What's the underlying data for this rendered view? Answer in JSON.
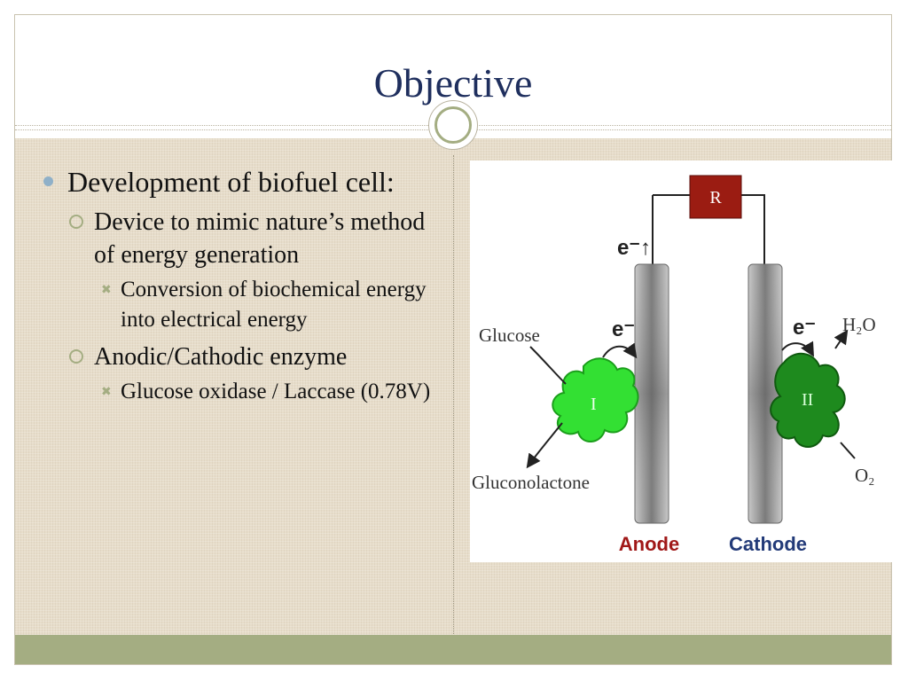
{
  "slide": {
    "title": "Objective"
  },
  "bullets": {
    "level1": "Development of biofuel cell:",
    "sub1": "Device to mimic nature’s method of energy generation",
    "sub1_detail": "Conversion of biochemical energy into electrical energy",
    "sub2": "Anodic/Cathodic enzyme",
    "sub2_detail": "Glucose oxidase / Laccase (0.78V)"
  },
  "diagram": {
    "resistor": "R",
    "electron_top": "e⁻↑",
    "electron_anode": "e⁻",
    "electron_cathode": "e⁻",
    "glucose": "Glucose",
    "gluconolactone": "Gluconolactone",
    "enzyme_1": "I",
    "enzyme_2": "II",
    "water": "H₂O",
    "oxygen": "O₂",
    "anode": "Anode",
    "cathode": "Cathode",
    "colors": {
      "resistor_fill": "#9b1c12",
      "enzyme_1": "#33e033",
      "enzyme_2": "#1e8a1e",
      "anode_label": "#a01818",
      "cathode_label": "#223a78",
      "electrode": "#9a9a9a"
    }
  }
}
